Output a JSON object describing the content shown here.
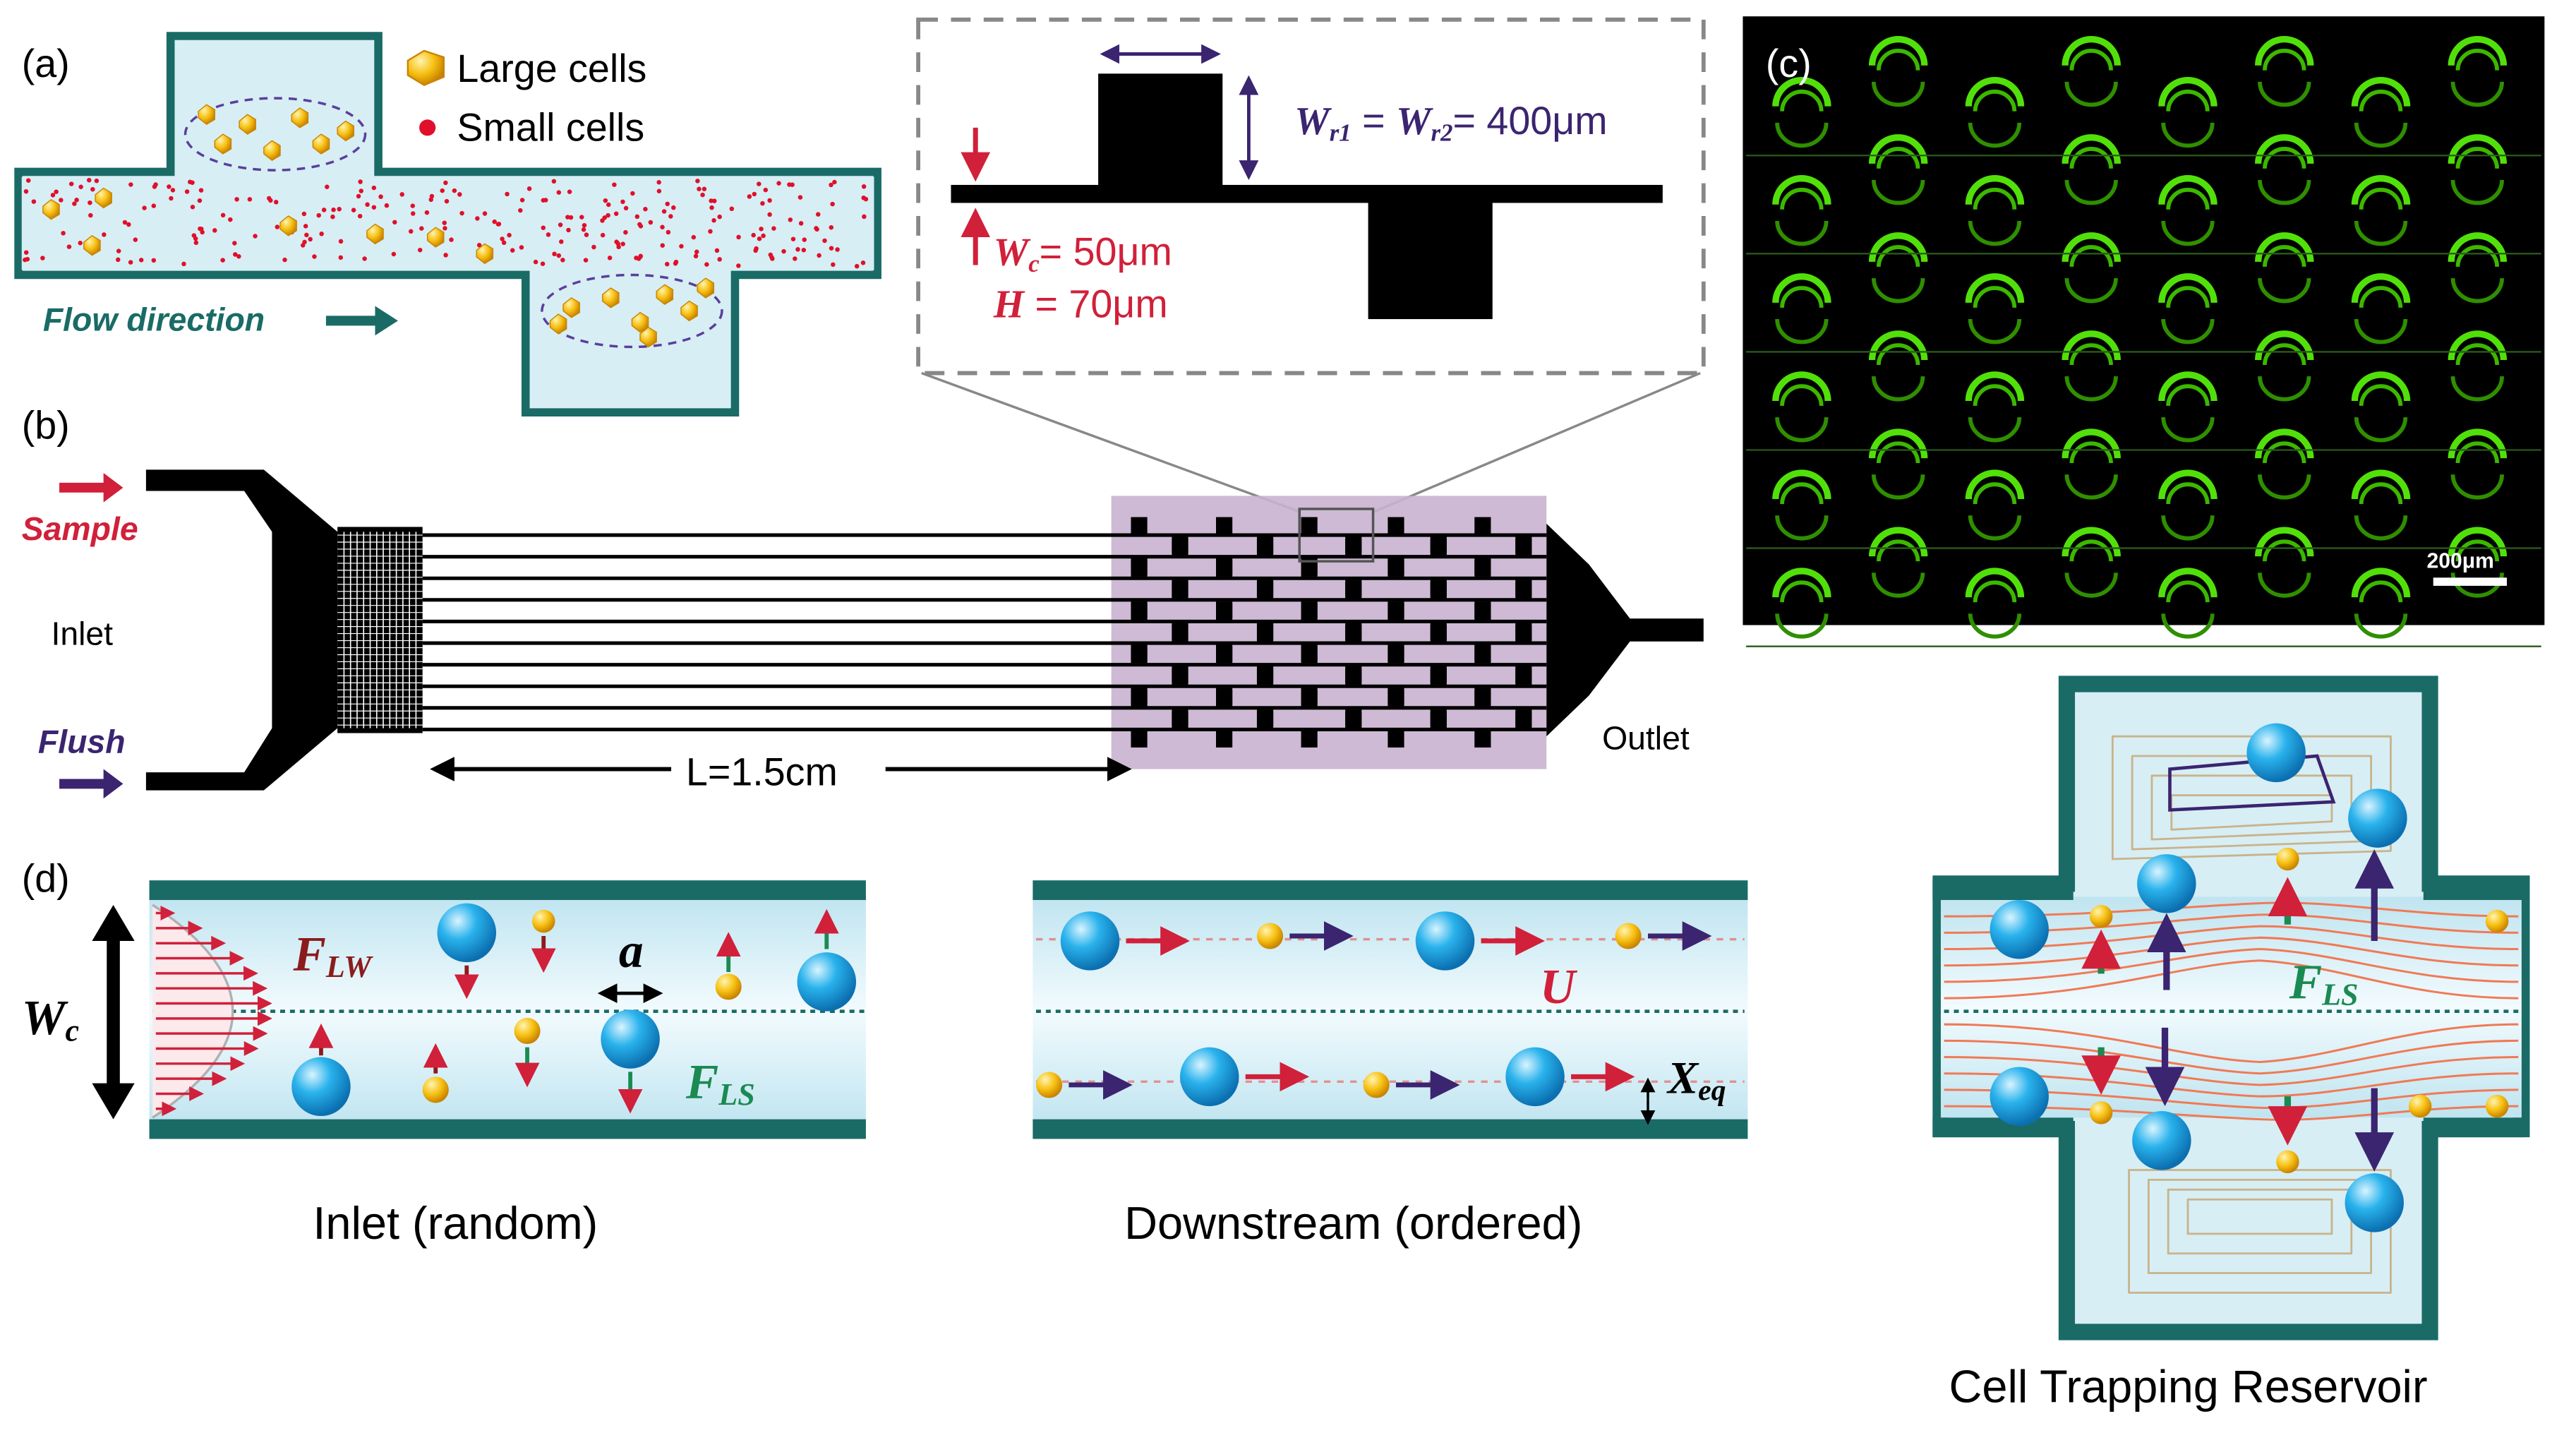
{
  "panel_a": {
    "letter": "(a)",
    "legend_large": "Large cells",
    "legend_small": "Small cells",
    "flow_label": "Flow direction"
  },
  "inset": {
    "w_r1": "W",
    "w_r1_sub": "r1",
    "w_r2": "W",
    "w_r2_sub": "r2",
    "w_r_value": "= 400μm",
    "w_c": "W",
    "w_c_sub": "c",
    "w_c_value": "= 50μm",
    "h": "H",
    "h_value": "= 70μm"
  },
  "panel_b": {
    "letter": "(b)",
    "sample": "Sample",
    "inlet": "Inlet",
    "flush": "Flush",
    "length": "L=1.5cm",
    "outlet": "Outlet"
  },
  "panel_c": {
    "letter": "(c)",
    "scale_bar": "200μm"
  },
  "panel_d": {
    "letter": "(d)",
    "wc": "W",
    "wc_sub": "c",
    "flw": "F",
    "flw_sub": "LW",
    "a": "a",
    "fls": "F",
    "fls_sub": "LS",
    "u": "U",
    "xeq": "X",
    "xeq_sub": "eq",
    "fls2": "F",
    "fls2_sub": "LS",
    "caption_inlet": "Inlet (random)",
    "caption_downstream": "Downstream (ordered)",
    "caption_reservoir": "Cell Trapping Reservoir"
  },
  "colors": {
    "teal": "#1a6b66",
    "channel_fill": "#d7eef5",
    "red_text": "#d1203a",
    "purple": "#3b2470",
    "green": "#1a8a52",
    "dark_red": "#8b1c1c",
    "cell_blue": "#1fa3e0",
    "cell_yellow": "#f5b80f",
    "microscope_green": "#52e00a"
  }
}
